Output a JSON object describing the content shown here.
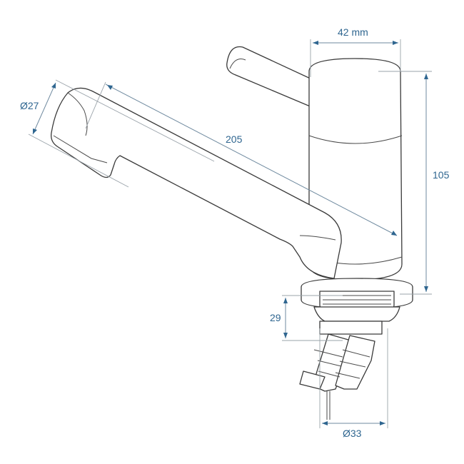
{
  "diagram": {
    "subject": "Faucet technical dimension drawing",
    "colors": {
      "outline": "#3a3a3a",
      "dimension_line": "#9aa3aa",
      "label": "#2f6690",
      "background": "#ffffff"
    },
    "dimensions": {
      "top_width": "42 mm",
      "height": "105",
      "spout_length": "205",
      "spout_diameter": "Ø27",
      "thread_height": "29",
      "base_diameter": "Ø33"
    }
  }
}
